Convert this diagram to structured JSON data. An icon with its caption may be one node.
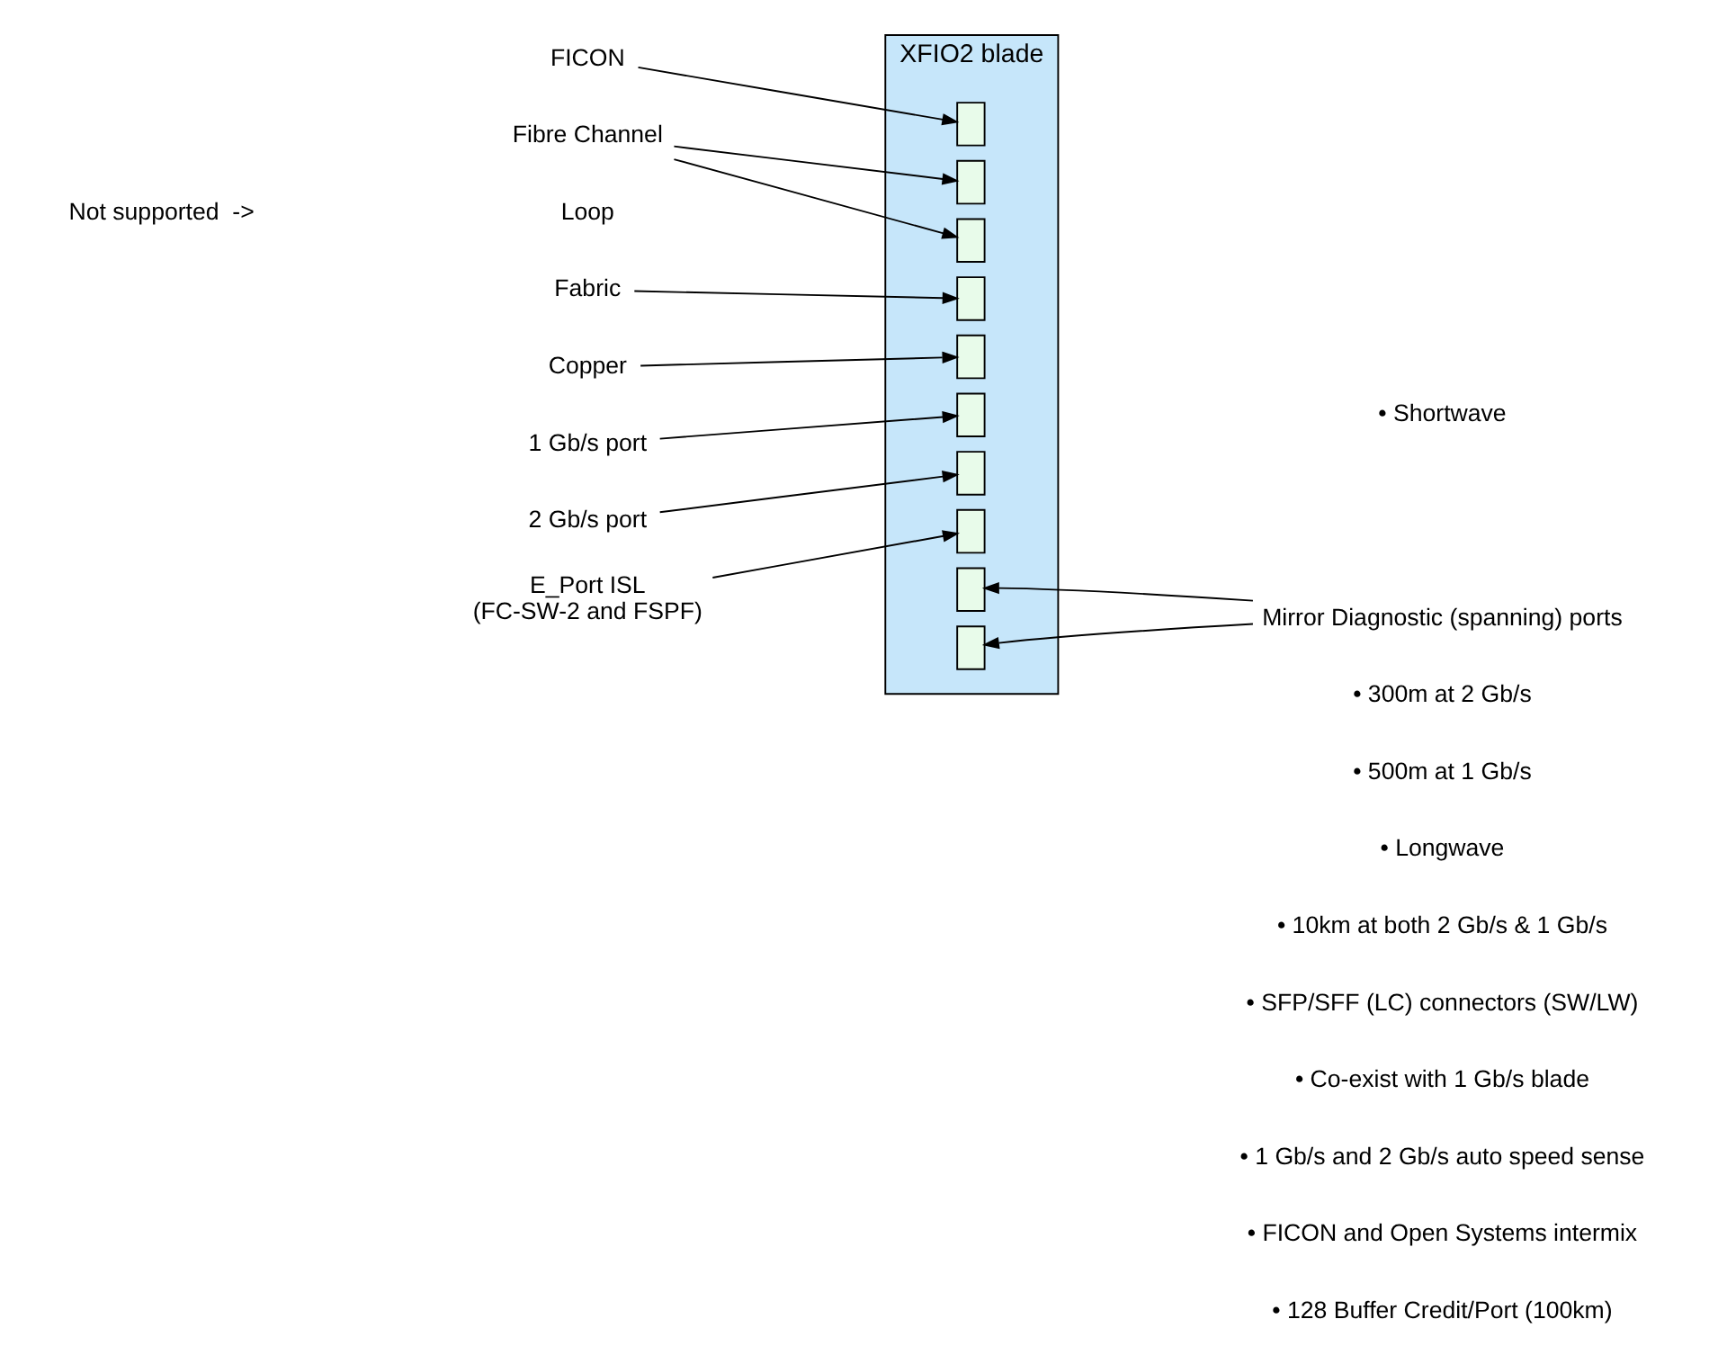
{
  "diagram": {
    "nodes": [
      {
        "text": [
          "FICON"
        ]
      },
      {
        "text": [
          "Fibre Channel"
        ]
      },
      {
        "text": [
          "Loop"
        ]
      },
      {
        "text": [
          "Fabric"
        ]
      },
      {
        "text": [
          "Copper"
        ]
      },
      {
        "text": [
          "1 Gb/s port"
        ]
      },
      {
        "text": [
          "2 Gb/s port"
        ]
      },
      {
        "text": [
          "E_Port ISL",
          "(FC-SW-2 and FSPF)"
        ]
      },
      {
        "text": [
          "XFIO2 blade"
        ]
      },
      {
        "text": [],
        "shape": "box",
        "in": 8
      },
      {
        "text": [],
        "shape": "box",
        "in": 8
      },
      {
        "text": [],
        "shape": "box",
        "in": 8
      },
      {
        "text": [],
        "shape": "box",
        "in": 8
      },
      {
        "text": [],
        "shape": "box",
        "in": 8
      },
      {
        "text": [],
        "shape": "box",
        "in": 8
      },
      {
        "text": [],
        "shape": "box",
        "in": 8
      },
      {
        "text": [],
        "shape": "box",
        "in": 8
      },
      {
        "text": [],
        "shape": "box",
        "in": 8
      },
      {
        "text": [],
        "shape": "box",
        "in": 8
      },
      {
        "text": [
          "Mirror Diagnostic (spanning) ports"
        ]
      }
    ],
    "edges": [
      {
        "from": 0,
        "to": 9,
        "arrow": "to"
      },
      {
        "from": 1,
        "to": 10,
        "arrow": "to"
      },
      {
        "from": 1,
        "to": 11,
        "arrow": "to"
      },
      {
        "from": 3,
        "to": 12,
        "arrow": "to"
      },
      {
        "from": 4,
        "to": 13,
        "arrow": "to"
      },
      {
        "from": 5,
        "to": 14,
        "arrow": "to"
      },
      {
        "from": 6,
        "to": 15,
        "arrow": "to"
      },
      {
        "from": 7,
        "to": 16,
        "arrow": "to"
      },
      {
        "from": 19,
        "to": 17,
        "arrow": "to"
      },
      {
        "from": 19,
        "to": 18,
        "arrow": "to"
      }
    ],
    "labels": [
      "Not supported  ->",
      "• Shortwave",
      "• 300m at 2 Gb/s",
      "• 500m at 1 Gb/s",
      "• Longwave",
      "• 10km at both 2 Gb/s & 1 Gb/s",
      "• SFP/SFF (LC) connectors (SW/LW)",
      "• Co-exist with 1 Gb/s blade",
      "• 1 Gb/s and 2 Gb/s auto speed sense",
      "• FICON and Open Systems intermix",
      "• 128 Buffer Credit/Port (100km)"
    ]
  }
}
